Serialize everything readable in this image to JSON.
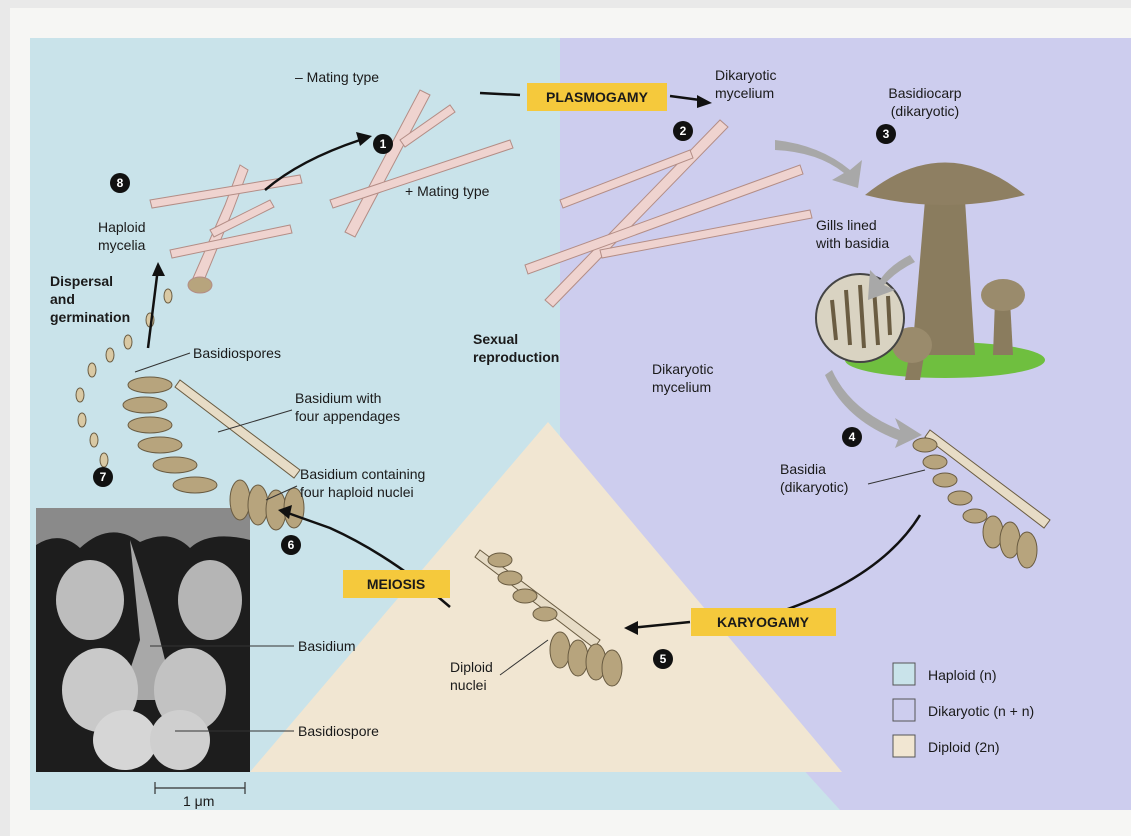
{
  "processes": {
    "plasmogamy": "PLASMOGAMY",
    "karyogamy": "KARYOGAMY",
    "meiosis": "MEIOSIS"
  },
  "center_label": [
    "Sexual",
    "reproduction"
  ],
  "steps": [
    "1",
    "2",
    "3",
    "4",
    "5",
    "6",
    "7",
    "8"
  ],
  "labels": {
    "minus_mating": "– Mating type",
    "plus_mating": "+ Mating type",
    "dikaryotic_mycelium_top": [
      "Dikaryotic",
      "mycelium"
    ],
    "basidiocarp": [
      "Basidiocarp",
      "(dikaryotic)"
    ],
    "gills": [
      "Gills lined",
      "with basidia"
    ],
    "dikaryotic_mycelium_mid": [
      "Dikaryotic",
      "mycelium"
    ],
    "basidia": [
      "Basidia",
      "(dikaryotic)"
    ],
    "diploid_nuclei": [
      "Diploid",
      "nuclei"
    ],
    "basidium_with": [
      "Basidium with",
      "four appendages"
    ],
    "basidium_containing": [
      "Basidium containing",
      "four haploid nuclei"
    ],
    "basidiospores": "Basidiospores",
    "dispersal": [
      "Dispersal",
      "and",
      "germination"
    ],
    "haploid_mycelia": [
      "Haploid",
      "mycelia"
    ],
    "micro_basidium": "Basidium",
    "micro_basidiospore": "Basidiospore",
    "scale": "1 μm"
  },
  "legend": [
    {
      "label": "Haploid (n)",
      "color": "#c9e3ea"
    },
    {
      "label": "Dikaryotic (n + n)",
      "color": "#cdcdee"
    },
    {
      "label": "Diploid (2n)",
      "color": "#f1e6d2"
    }
  ],
  "colors": {
    "haploid_bg": "#c9e3ea",
    "dikaryotic_bg": "#cdcdee",
    "diploid_bg": "#f1e6d2",
    "process_box": "#f5c93c",
    "hypha": "#efd3cf",
    "basidium": "#b7a47d"
  }
}
